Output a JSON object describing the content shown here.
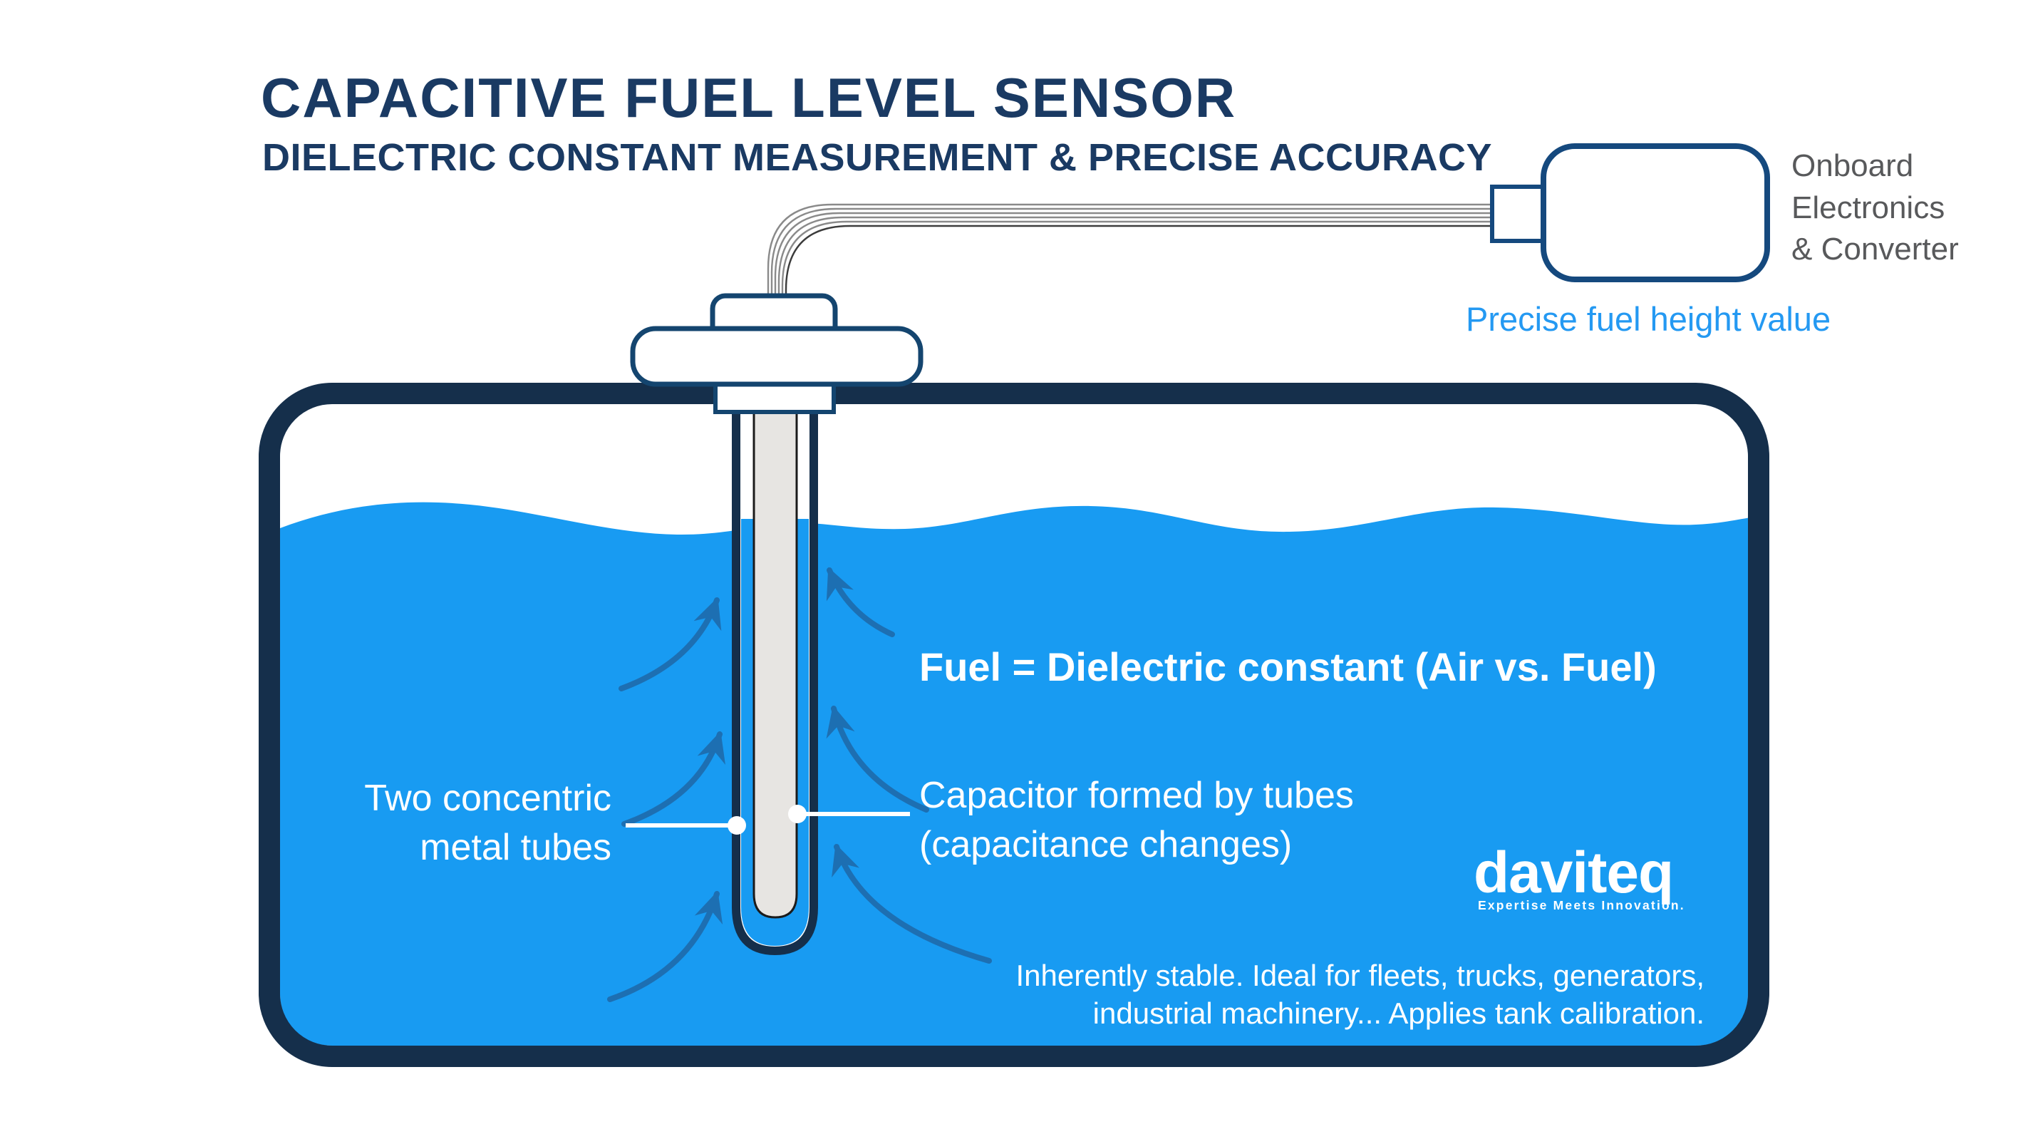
{
  "title": "CAPACITIVE FUEL LEVEL SENSOR",
  "subtitle": "DIELECTRIC CONSTANT MEASUREMENT & PRECISE ACCURACY",
  "electronics": {
    "onboard_label": "Onboard\nElectronics\n& Converter",
    "output_label": "Precise fuel height value"
  },
  "annotations": {
    "tubes_label": "Two concentric\nmetal tubes",
    "capacitor_label": "Capacitor formed by tubes\n(capacitance changes)",
    "fuel_equation": "Fuel = Dielectric constant (Air vs. Fuel)",
    "footer_note": "Inherently stable. Ideal for fleets, trucks, generators,\nindustrial machinery... Applies tank calibration."
  },
  "logo": {
    "wordmark": "daviteq",
    "tagline": "Expertise Meets Innovation."
  },
  "icons": {
    "flow_arrows": "up-arrow-icon",
    "leader_dots": "leader-dot-icon"
  },
  "colors": {
    "title_navy": "#1A3A63",
    "tank_navy": "#152F4B",
    "sensor_head_navy": "#14456F",
    "electronics_box_navy": "#15497E",
    "fuel_blue": "#189BF2",
    "arrow_blue": "#1D6FB2",
    "highlight_blue": "#2499F2",
    "text_gray": "#58595B",
    "wire_gray": "#8A8A8A",
    "wire_dark": "#3C3C3C",
    "inner_tube_gray": "#E7E5E2",
    "inner_tube_outline": "#1B1B1B",
    "white": "#FFFFFF"
  }
}
